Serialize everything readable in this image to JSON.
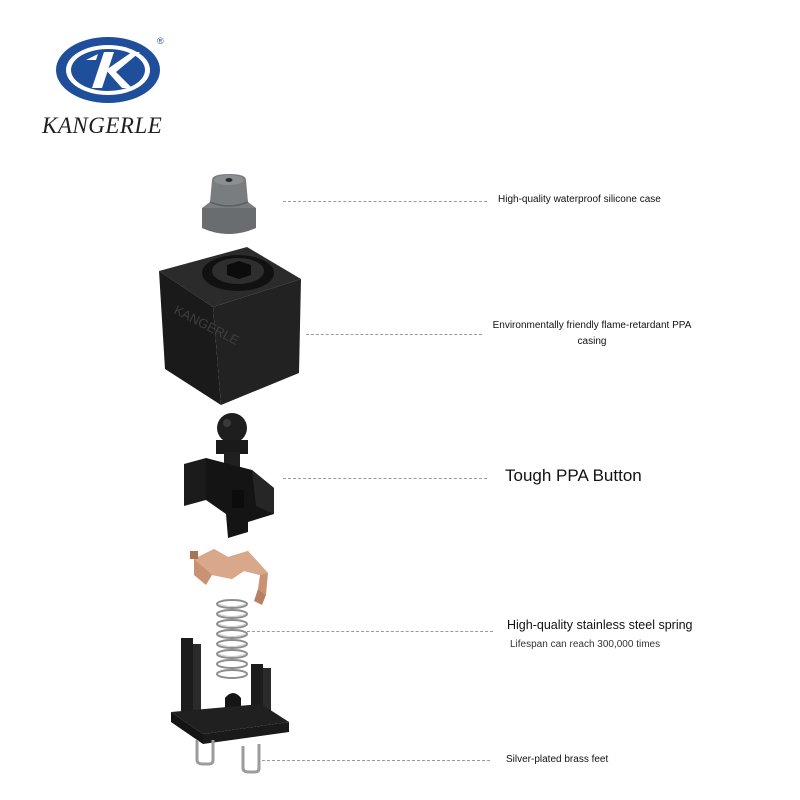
{
  "brand": {
    "name": "KANGERLE",
    "registered_mark": "®",
    "brand_color": "#1f4f9a"
  },
  "parts": [
    {
      "id": "silicone-case",
      "label": "High-quality waterproof silicone case"
    },
    {
      "id": "casing",
      "label_line1": "Environmentally friendly flame-retardant PPA",
      "label_line2": "casing",
      "embossed_text": "KANGERLE"
    },
    {
      "id": "button",
      "label": "Tough PPA Button"
    },
    {
      "id": "spring",
      "label": "High-quality stainless steel spring",
      "sub_label": "Lifespan can reach 300,000 times"
    },
    {
      "id": "feet",
      "label": "Silver-plated brass feet"
    }
  ],
  "colors": {
    "silicone": "#7a7d80",
    "casing": "#1c1c1c",
    "copper": "#c99373",
    "leader": "#9a9a9a"
  }
}
